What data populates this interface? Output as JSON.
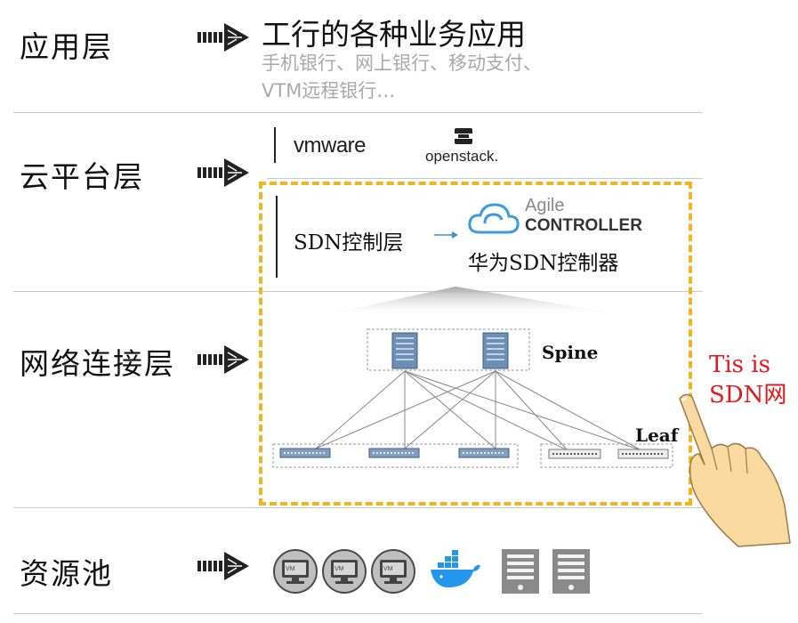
{
  "layers": {
    "app": "应用层",
    "cloud": "云平台层",
    "network": "网络连接层",
    "resource": "资源池"
  },
  "app_section": {
    "title": "工行的各种业务应用",
    "line1": "手机银行、网上银行、移动支付、",
    "line2": "VTM远程银行…"
  },
  "cloud_section": {
    "vmware_logo": "vmware",
    "openstack_logo": "openstack."
  },
  "sdn_section": {
    "label": "SDN控制层",
    "logo_top": "Agile",
    "logo_bottom": "CONTROLLER",
    "caption": "华为SDN控制器"
  },
  "topology": {
    "spine_label": "Spine",
    "leaf_label": "Leaf"
  },
  "annotation": {
    "line1": "Tis is",
    "line2": "SDN网"
  },
  "resources": {
    "vm_badge": "VM"
  },
  "colors": {
    "dash": "#f0b41c",
    "annotation": "#e5161c",
    "vmware_text": "#1d1d1d"
  }
}
